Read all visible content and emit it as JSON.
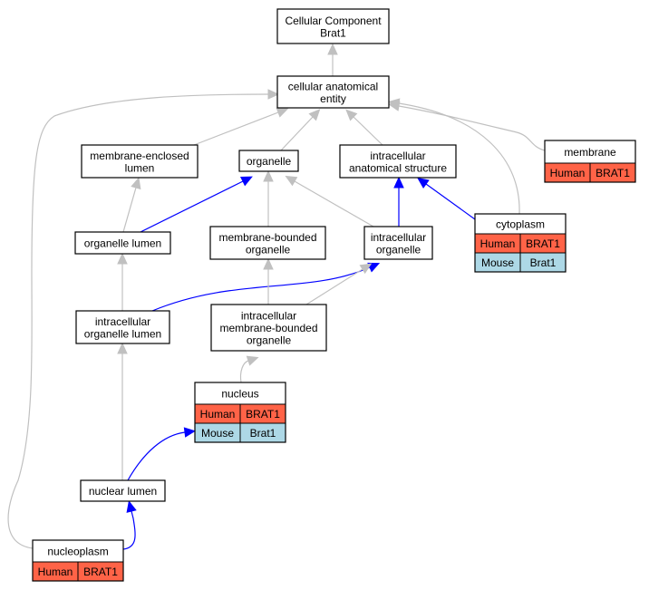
{
  "colors": {
    "gray_edge": "#c0c0c0",
    "blue_edge": "#0000ff",
    "human_fill": "#ff6347",
    "mouse_fill": "#add8e6",
    "node_fill": "#ffffff",
    "node_stroke": "#000000"
  },
  "nodes": {
    "cellular_component": {
      "lines": [
        "Cellular Component",
        "Brat1"
      ]
    },
    "cellular_anatomical_entity": {
      "lines": [
        "cellular anatomical",
        "entity"
      ]
    },
    "membrane_enclosed_lumen": {
      "lines": [
        "membrane-enclosed",
        "lumen"
      ]
    },
    "organelle": {
      "lines": [
        "organelle"
      ]
    },
    "intracellular_anatomical_structure": {
      "lines": [
        "intracellular",
        "anatomical structure"
      ]
    },
    "membrane": {
      "lines": [
        "membrane"
      ],
      "rows": [
        [
          "Human",
          "BRAT1"
        ]
      ]
    },
    "organelle_lumen": {
      "lines": [
        "organelle lumen"
      ]
    },
    "membrane_bounded_organelle": {
      "lines": [
        "membrane-bounded",
        "organelle"
      ]
    },
    "intracellular_organelle": {
      "lines": [
        "intracellular",
        "organelle"
      ]
    },
    "cytoplasm": {
      "lines": [
        "cytoplasm"
      ],
      "rows": [
        [
          "Human",
          "BRAT1"
        ],
        [
          "Mouse",
          "Brat1"
        ]
      ]
    },
    "intracellular_organelle_lumen": {
      "lines": [
        "intracellular",
        "organelle lumen"
      ]
    },
    "intracellular_membrane_bounded_organelle": {
      "lines": [
        "intracellular",
        "membrane-bounded",
        "organelle"
      ]
    },
    "nucleus": {
      "lines": [
        "nucleus"
      ],
      "rows": [
        [
          "Human",
          "BRAT1"
        ],
        [
          "Mouse",
          "Brat1"
        ]
      ]
    },
    "nuclear_lumen": {
      "lines": [
        "nuclear lumen"
      ]
    },
    "nucleoplasm": {
      "lines": [
        "nucleoplasm"
      ],
      "rows": [
        [
          "Human",
          "BRAT1"
        ]
      ]
    }
  },
  "edges": [
    {
      "from": "cellular_anatomical_entity",
      "to": "cellular_component",
      "color": "gray"
    },
    {
      "from": "membrane_enclosed_lumen",
      "to": "cellular_anatomical_entity",
      "color": "gray"
    },
    {
      "from": "organelle",
      "to": "cellular_anatomical_entity",
      "color": "gray"
    },
    {
      "from": "intracellular_anatomical_structure",
      "to": "cellular_anatomical_entity",
      "color": "gray"
    },
    {
      "from": "membrane",
      "to": "cellular_anatomical_entity",
      "color": "gray"
    },
    {
      "from": "cytoplasm",
      "to": "cellular_anatomical_entity",
      "color": "gray"
    },
    {
      "from": "nucleoplasm",
      "to": "cellular_anatomical_entity",
      "color": "gray"
    },
    {
      "from": "organelle_lumen",
      "to": "membrane_enclosed_lumen",
      "color": "gray"
    },
    {
      "from": "organelle_lumen",
      "to": "organelle",
      "color": "blue"
    },
    {
      "from": "membrane_bounded_organelle",
      "to": "organelle",
      "color": "gray"
    },
    {
      "from": "intracellular_organelle",
      "to": "organelle",
      "color": "gray"
    },
    {
      "from": "intracellular_organelle",
      "to": "intracellular_anatomical_structure",
      "color": "blue"
    },
    {
      "from": "cytoplasm",
      "to": "intracellular_anatomical_structure",
      "color": "blue"
    },
    {
      "from": "intracellular_organelle_lumen",
      "to": "organelle_lumen",
      "color": "gray"
    },
    {
      "from": "intracellular_organelle_lumen",
      "to": "intracellular_organelle",
      "color": "blue"
    },
    {
      "from": "intracellular_membrane_bounded_organelle",
      "to": "membrane_bounded_organelle",
      "color": "gray"
    },
    {
      "from": "intracellular_membrane_bounded_organelle",
      "to": "intracellular_organelle",
      "color": "gray"
    },
    {
      "from": "nucleus",
      "to": "intracellular_membrane_bounded_organelle",
      "color": "gray"
    },
    {
      "from": "nuclear_lumen",
      "to": "intracellular_organelle_lumen",
      "color": "gray"
    },
    {
      "from": "nuclear_lumen",
      "to": "nucleus",
      "color": "blue"
    },
    {
      "from": "nucleoplasm",
      "to": "nuclear_lumen",
      "color": "blue"
    }
  ]
}
